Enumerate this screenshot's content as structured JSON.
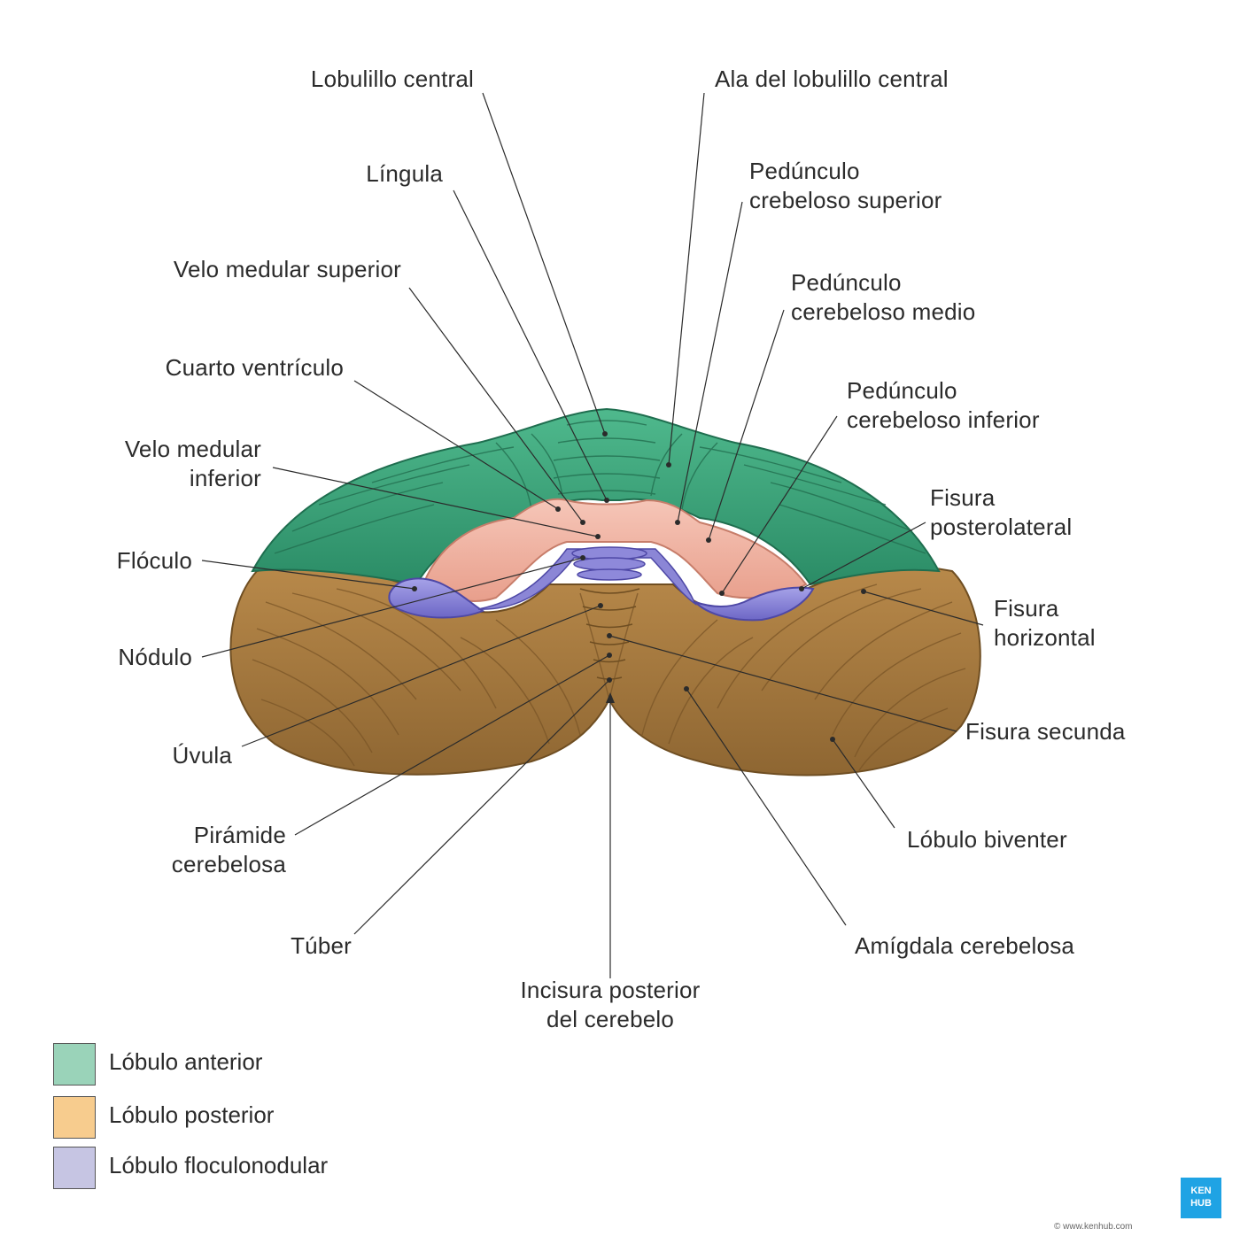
{
  "labels": {
    "lobulillo_central": "Lobulillo central",
    "ala_lobulillo": "Ala del lobulillo central",
    "lingula": "Língula",
    "ped_sup_1": "Pedúnculo",
    "ped_sup_2": "crebeloso superior",
    "velo_sup": "Velo medular superior",
    "ped_med_1": "Pedúnculo",
    "ped_med_2": "cerebeloso medio",
    "cuarto": "Cuarto ventrículo",
    "ped_inf_1": "Pedúnculo",
    "ped_inf_2": "cerebeloso inferior",
    "velo_inf_1": "Velo medular",
    "velo_inf_2": "inferior",
    "fis_pl_1": "Fisura",
    "fis_pl_2": "posterolateral",
    "floculo": "Flóculo",
    "fis_hor_1": "Fisura",
    "fis_hor_2": "horizontal",
    "nodulo": "Nódulo",
    "fis_sec": "Fisura secunda",
    "uvula": "Úvula",
    "biventer": "Lóbulo biventer",
    "piramide_1": "Pirámide",
    "piramide_2": "cerebelosa",
    "tuber": "Túber",
    "amigdala": "Amígdala cerebelosa",
    "incisura_1": "Incisura posterior",
    "incisura_2": "del cerebelo"
  },
  "legend": [
    {
      "label": "Lóbulo anterior",
      "color": "#9ad3b9"
    },
    {
      "label": "Lóbulo posterior",
      "color": "#f7cc8e"
    },
    {
      "label": "Lóbulo floculonodular",
      "color": "#c6c5e3"
    }
  ],
  "colors": {
    "anterior_lobe": "#3aa37a",
    "posterior_lobe": "#a57a3d",
    "flocculonodular": "#8b86d6",
    "ventricle": "#f0b4a4"
  },
  "brand": {
    "line1": "KEN",
    "line2": "HUB"
  },
  "copyright": "© www.kenhub.com"
}
